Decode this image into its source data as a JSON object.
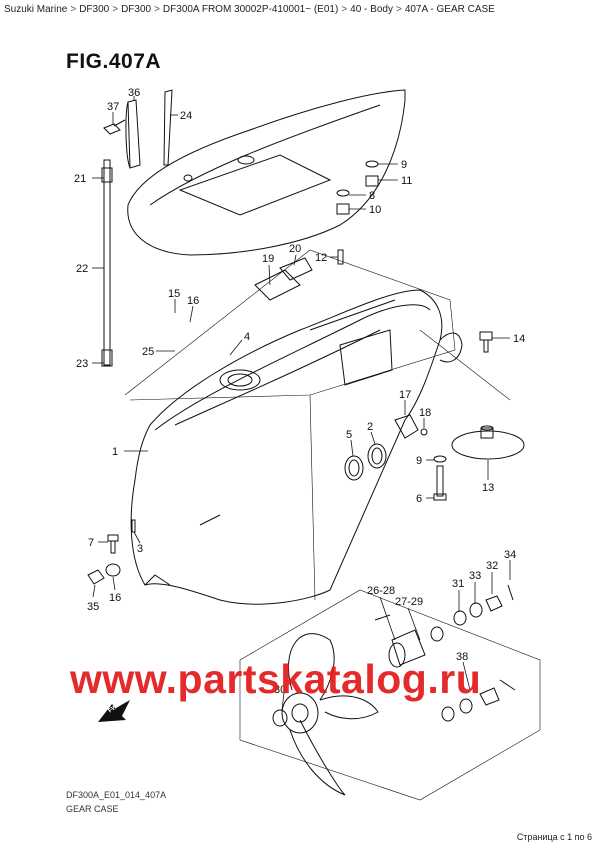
{
  "breadcrumb": [
    "Suzuki Marine",
    "DF300",
    "DF300",
    "DF300A FROM 30002P-410001~ (E01)",
    "40 - Body",
    "407A - GEAR CASE"
  ],
  "figure_title": "FIG.407A",
  "watermark": "www.partskatalog.ru",
  "fwd_label": "FWD",
  "footer": {
    "code": "DF300A_E01_014_407A",
    "name": "GEAR CASE",
    "page_indicator": "Страница с 1 по 6"
  },
  "callouts": {
    "c1": "1",
    "c2": "2",
    "c3": "3",
    "c4": "4",
    "c5": "5",
    "c6": "6",
    "c7": "7",
    "c8": "8",
    "c9a": "9",
    "c9b": "9",
    "c10": "10",
    "c11": "11",
    "c12": "12",
    "c13": "13",
    "c14": "14",
    "c15": "15",
    "c16a": "16",
    "c16b": "16",
    "c17": "17",
    "c18": "18",
    "c19": "19",
    "c20": "20",
    "c21": "21",
    "c22": "22",
    "c23": "23",
    "c24": "24",
    "c25": "25",
    "c26": "26-28",
    "c27": "27-29",
    "c30": "30",
    "c31": "31",
    "c32": "32",
    "c33": "33",
    "c34": "34",
    "c35": "35",
    "c36": "36",
    "c37": "37",
    "c38": "38"
  },
  "colors": {
    "link": "#222222",
    "watermark": "#e31b1b",
    "line": "#111111"
  }
}
